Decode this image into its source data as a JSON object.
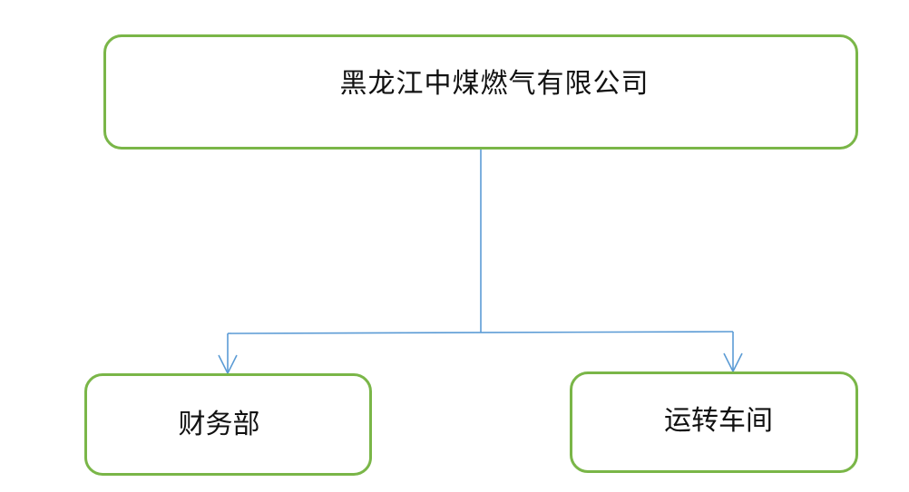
{
  "diagram": {
    "root": {
      "label": "黑龙江中煤燃气有限公司"
    },
    "children": [
      {
        "label": "财务部"
      },
      {
        "label": "运转车间"
      }
    ]
  },
  "colors": {
    "node_border": "#7ab648",
    "connector": "#5b9bd5",
    "text": "#111111",
    "background": "#ffffff"
  }
}
